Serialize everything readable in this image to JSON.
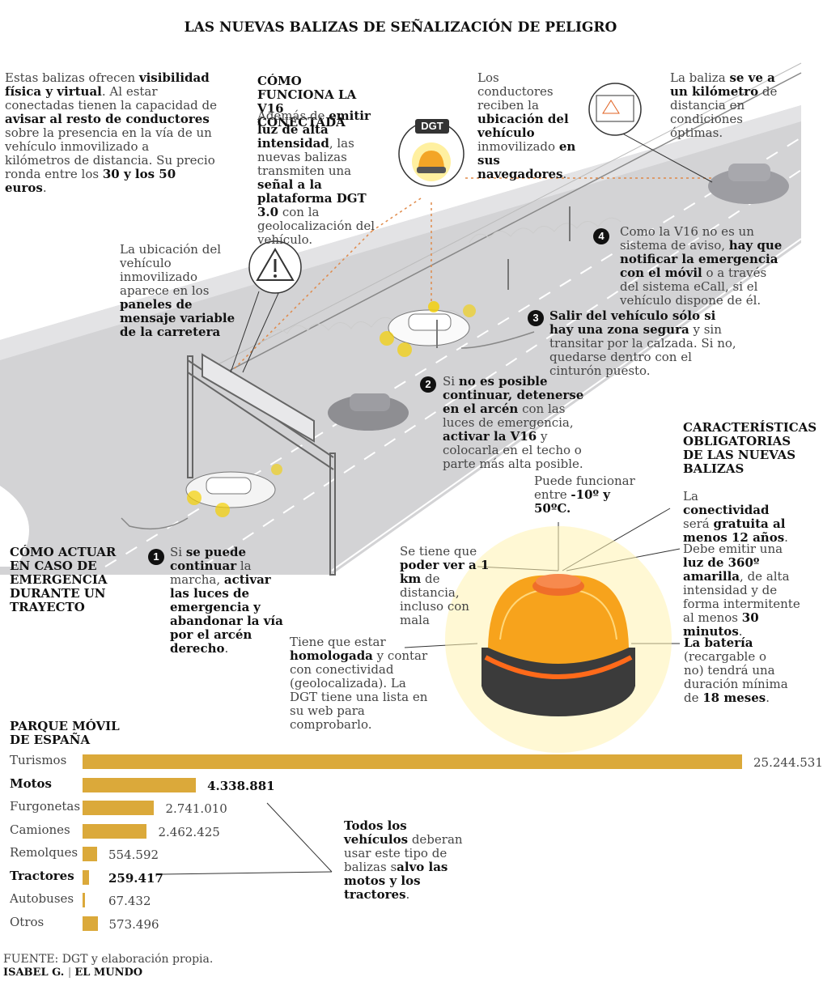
{
  "title": "LAS NUEVAS BALIZAS  DE SEÑALIZACIÓN DE PELIGRO",
  "intro": [
    {
      "t": "Estas balizas ofrecen ",
      "b": false
    },
    {
      "t": "visibilidad física y virtual",
      "b": true
    },
    {
      "t": ". Al estar conectadas tienen la capacidad de ",
      "b": false
    },
    {
      "t": "avisar al resto de conductores",
      "b": true
    },
    {
      "t": " sobre la presencia en la vía de un vehículo inmovilizado a kilómetros de distancia. Su precio ronda entre los ",
      "b": false
    },
    {
      "t": "30 y los 50 euros",
      "b": true
    },
    {
      "t": ".",
      "b": false
    }
  ],
  "como_funciona": {
    "heading": "CÓMO FUNCIONA LA V16 CONECTADA",
    "text": [
      {
        "t": "Además de ",
        "b": false
      },
      {
        "t": "emitir luz de alta intensidad",
        "b": true
      },
      {
        "t": ", las nuevas balizas transmiten una ",
        "b": false
      },
      {
        "t": "señal a la plataforma DGT 3.0",
        "b": true
      },
      {
        "t": " con la geolocalización del vehículo.",
        "b": false
      }
    ],
    "dgt_label": "DGT"
  },
  "conductores": [
    {
      "t": "Los  conductores reciben la ",
      "b": false
    },
    {
      "t": "ubicación del vehículo",
      "b": true
    },
    {
      "t": " inmovilizado ",
      "b": false
    },
    {
      "t": "en sus navegadores",
      "b": true
    },
    {
      "t": ".",
      "b": false
    }
  ],
  "kilometro": [
    {
      "t": "La baliza ",
      "b": false
    },
    {
      "t": "se ve a un kilómetro",
      "b": true
    },
    {
      "t": " de distancia en condiciones óptimas.",
      "b": false
    }
  ],
  "paneles": [
    {
      "t": "La ubicación del vehículo inmovilizado aparece en los ",
      "b": false
    },
    {
      "t": "paneles de mensaje variable de la carretera",
      "b": true
    }
  ],
  "steps": [
    {
      "n": "1",
      "text": [
        {
          "t": "Si  ",
          "b": false
        },
        {
          "t": "se puede continuar",
          "b": true
        },
        {
          "t": " la marcha, ",
          "b": false
        },
        {
          "t": "activar las luces de emergencia",
          "b": true
        },
        {
          "t": " ",
          "b": false
        },
        {
          "t": "y abandonar la vía por el arcén",
          "b": true
        },
        {
          "t": " ",
          "b": false
        },
        {
          "t": "derecho",
          "b": true
        },
        {
          "t": ".",
          "b": false
        }
      ]
    },
    {
      "n": "2",
      "text": [
        {
          "t": "Si ",
          "b": false
        },
        {
          "t": "no es posible continuar, detenerse en el arcén",
          "b": true
        },
        {
          "t": " con las luces de emergencia, ",
          "b": false
        },
        {
          "t": "activar la V16",
          "b": true
        },
        {
          "t": " y colocarla en el techo o parte más alta posible.",
          "b": false
        }
      ]
    },
    {
      "n": "3",
      "text": [
        {
          "t": "Salir del vehículo sólo si hay una zona segura",
          "b": true
        },
        {
          "t": " y sin transitar por la calzada. Si no, quedarse dentro con el cinturón puesto.",
          "b": false
        }
      ]
    },
    {
      "n": "4",
      "text": [
        {
          "t": "Como la V16 no es un sistema de aviso, ",
          "b": false
        },
        {
          "t": "hay que notificar la emergencia con el móvil",
          "b": true
        },
        {
          "t": " o a través del sistema eCall, si el vehículo dispone de él.",
          "b": false
        }
      ]
    }
  ],
  "como_actuar": "CÓMO ACTUAR EN CASO DE EMERGENCIA DURANTE UN TRAYECTO",
  "caracteristicas": {
    "heading": "CARACTERÍSTICAS OBLIGATORIAS DE LAS NUEVAS BALIZAS",
    "conectividad": [
      {
        "t": "La ",
        "b": false
      },
      {
        "t": "conectividad",
        "b": true
      },
      {
        "t": " será ",
        "b": false
      },
      {
        "t": "gratuita al menos 12 años",
        "b": true
      },
      {
        "t": ".",
        "b": false
      }
    ],
    "luz": [
      {
        "t": "Debe emitir una ",
        "b": false
      },
      {
        "t": "luz de 360º amarilla",
        "b": true
      },
      {
        "t": ", de alta intensidad y de forma intermitente al menos ",
        "b": false
      },
      {
        "t": "30 minutos",
        "b": true
      },
      {
        "t": ".",
        "b": false
      }
    ],
    "bateria": [
      {
        "t": "La batería",
        "b": true
      },
      {
        "t": " (recargable o no) tendrá una duración mínima de ",
        "b": false
      },
      {
        "t": "18 meses",
        "b": true
      },
      {
        "t": ".",
        "b": false
      }
    ],
    "temperatura": [
      {
        "t": "Puede funcionar entre ",
        "b": false
      },
      {
        "t": "-10º y 50ºC.",
        "b": true
      }
    ],
    "distancia": [
      {
        "t": "Se tiene que ",
        "b": false
      },
      {
        "t": "poder ver a 1 km",
        "b": true
      },
      {
        "t": " de distancia, incluso con mala",
        "b": false
      }
    ],
    "homologada": [
      {
        "t": "Tiene que estar ",
        "b": false
      },
      {
        "t": "homologada",
        "b": true
      },
      {
        "t": " y contar con conectividad (geolocalizada). La DGT tiene una lista en su web para comprobarlo.",
        "b": false
      }
    ]
  },
  "parque": {
    "heading": "PARQUE MÓVIL DE ESPAÑA",
    "note": [
      {
        "t": "Todos los vehículos",
        "b": true
      },
      {
        "t": " deberan usar este tipo de balizas s",
        "b": false
      },
      {
        "t": "alvo las motos y los tractores",
        "b": true
      },
      {
        "t": ".",
        "b": false
      }
    ]
  },
  "chart_data": {
    "type": "bar",
    "orientation": "horizontal",
    "title": "PARQUE MÓVIL DE ESPAÑA",
    "categories": [
      "Turismos",
      "Motos",
      "Furgonetas",
      "Camiones",
      "Remolques",
      "Tractores",
      "Autobuses",
      "Otros"
    ],
    "values": [
      25244531,
      4338881,
      2741010,
      2462425,
      554592,
      259417,
      67432,
      573496
    ],
    "labels": [
      "25.244.531",
      "4.338.881",
      "2.741.010",
      "2.462.425",
      "554.592",
      "259.417",
      "67.432",
      "573.496"
    ],
    "highlighted": [
      "Motos",
      "Tractores"
    ],
    "bar_color": "#dba93a"
  },
  "source": "FUENTE: DGT y elaboración propia.",
  "credit_author": "ISABEL G.",
  "credit_pub": "EL MUNDO",
  "colors": {
    "accent": "#dba93a",
    "amber": "#f0a020",
    "road": "#cfcfd1"
  }
}
